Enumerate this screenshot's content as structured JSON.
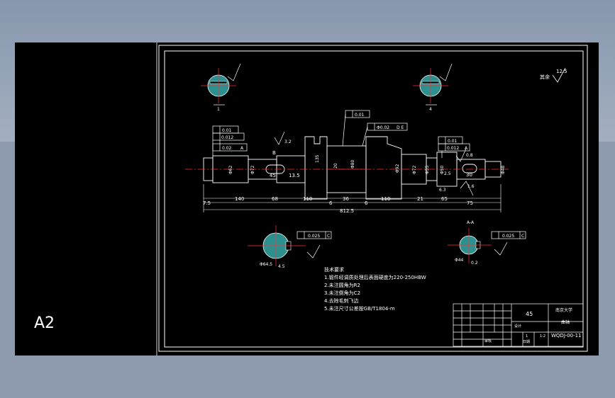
{
  "sheet_size": "A2",
  "roughness": {
    "other_label": "其余",
    "other_value": "12.5"
  },
  "sections": {
    "A_A": "A-A",
    "sec1_label": "1",
    "sec4_label": "4",
    "dia_left": "Φ64.5",
    "dia_right": "Φ44",
    "dim_left": "4.5",
    "dim_right": "0.2"
  },
  "tolerances": {
    "f1_parallel": "0.01",
    "f1_position": "0.012",
    "f1_flat": "0.02",
    "f1_datum_a": "A",
    "f2_top": "0.01",
    "f3_circ": "Φ0.02",
    "f3_datum": "D E",
    "f4_parallel": "0.01",
    "f4_position": "0.012",
    "f4_datum": "A",
    "sym_left": "0.025",
    "sym_right": "0.025",
    "datum_c": "C"
  },
  "dims": {
    "d140": "140",
    "d68": "68",
    "d110a": "110",
    "d36": "36",
    "d110b": "110",
    "d21": "21",
    "d65": "65",
    "d75": "75",
    "d7_5": "7.5",
    "d6a": "6",
    "d6b": "6",
    "d812": "812.5",
    "d45": "45",
    "d13_5": "13.5",
    "d30": "30",
    "d2_5": "2.5",
    "d6_3": "6.3",
    "d135": "135",
    "d20": "20",
    "d80": "Φ80",
    "d62": "Φ62",
    "d72a": "Φ72",
    "d72b": "Φ72",
    "d92": "Φ92",
    "d50": "Φ50",
    "d55": "Φ55",
    "d48": "Φ48",
    "rough_3_2": "3.2",
    "rough_1_6": "1.6",
    "rough_0_8": "0.8",
    "b_label": "B"
  },
  "notes": {
    "title": "技术要求",
    "items": [
      "1.锻件经调质处理后表面硬度为220-250HBW",
      "2.未注圆角为R2",
      "3.未注倒角为C2",
      "4.去除毛刺飞边",
      "5.未注尺寸公差按GB/T1804-m"
    ]
  },
  "title_block": {
    "material": "45",
    "school": "南京大学",
    "part_name": "曲轴",
    "drawing_no": "WQDJ-00-11",
    "scale": "1:2",
    "sheet": "1",
    "designer": "设计",
    "review": "审核",
    "date_label": "日期"
  }
}
